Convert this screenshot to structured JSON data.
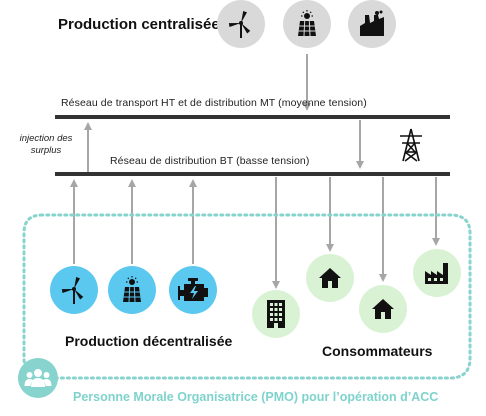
{
  "central": {
    "title": "Production centralisée",
    "icons": [
      "wind-turbine-icon",
      "solar-panel-icon",
      "factory-icon"
    ]
  },
  "networks": {
    "transport_label": "Réseau de transport HT et de distribution MT (moyenne tension)",
    "distribution_label": "Réseau de distribution BT (basse tension)",
    "injection_label_line1": "injection des",
    "injection_label_line2": "surplus",
    "pylon_icon": "power-pylon-icon"
  },
  "decentral": {
    "title": "Production décentralisée",
    "icons": [
      "wind-turbine-icon",
      "solar-panel-icon",
      "generator-icon"
    ]
  },
  "consumers": {
    "title": "Consommateurs",
    "icons": [
      "building-icon",
      "house-icon",
      "house-icon",
      "factory-icon"
    ]
  },
  "pmo": {
    "label": "Personne Morale Organisatrice (PMO)  pour l’opération d’ACC",
    "icon": "group-icon"
  },
  "colors": {
    "grey_circle": "#d9d9d9",
    "blue_circle": "#5bc8f0",
    "green_circle": "#d9f2d4",
    "teal": "#87d3cd",
    "line": "#333333",
    "arrow": "#a6a6a6"
  }
}
